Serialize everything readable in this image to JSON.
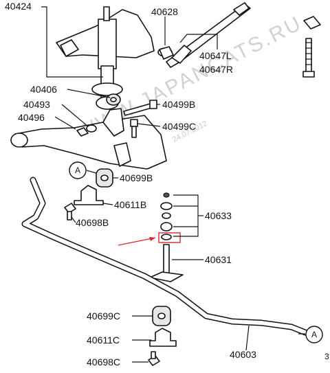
{
  "watermark": {
    "text": "WWW.JAPANCATS.RU",
    "date": "24.07.2012"
  },
  "callouts": {
    "c40424": "40424",
    "c40628": "40628",
    "c40647l": "40647L",
    "c40647r": "40647R",
    "c40406": "40406",
    "c40493": "40493",
    "c40496": "40496",
    "c40499b": "40499B",
    "c40499c": "40499C",
    "c40699b": "40699B",
    "c40611b": "40611B",
    "c40698b": "40698B",
    "c40633": "40633",
    "c40631": "40631",
    "c40699c": "40699C",
    "c40611c": "40611C",
    "c40698c": "40698C",
    "c40603": "40603"
  },
  "reference_marks": {
    "a_top": "A",
    "a_bottom": "A"
  },
  "corner_mark": "3",
  "colors": {
    "line": "#111111",
    "highlight": "#d9262b",
    "watermark": "#c9c9c9"
  }
}
